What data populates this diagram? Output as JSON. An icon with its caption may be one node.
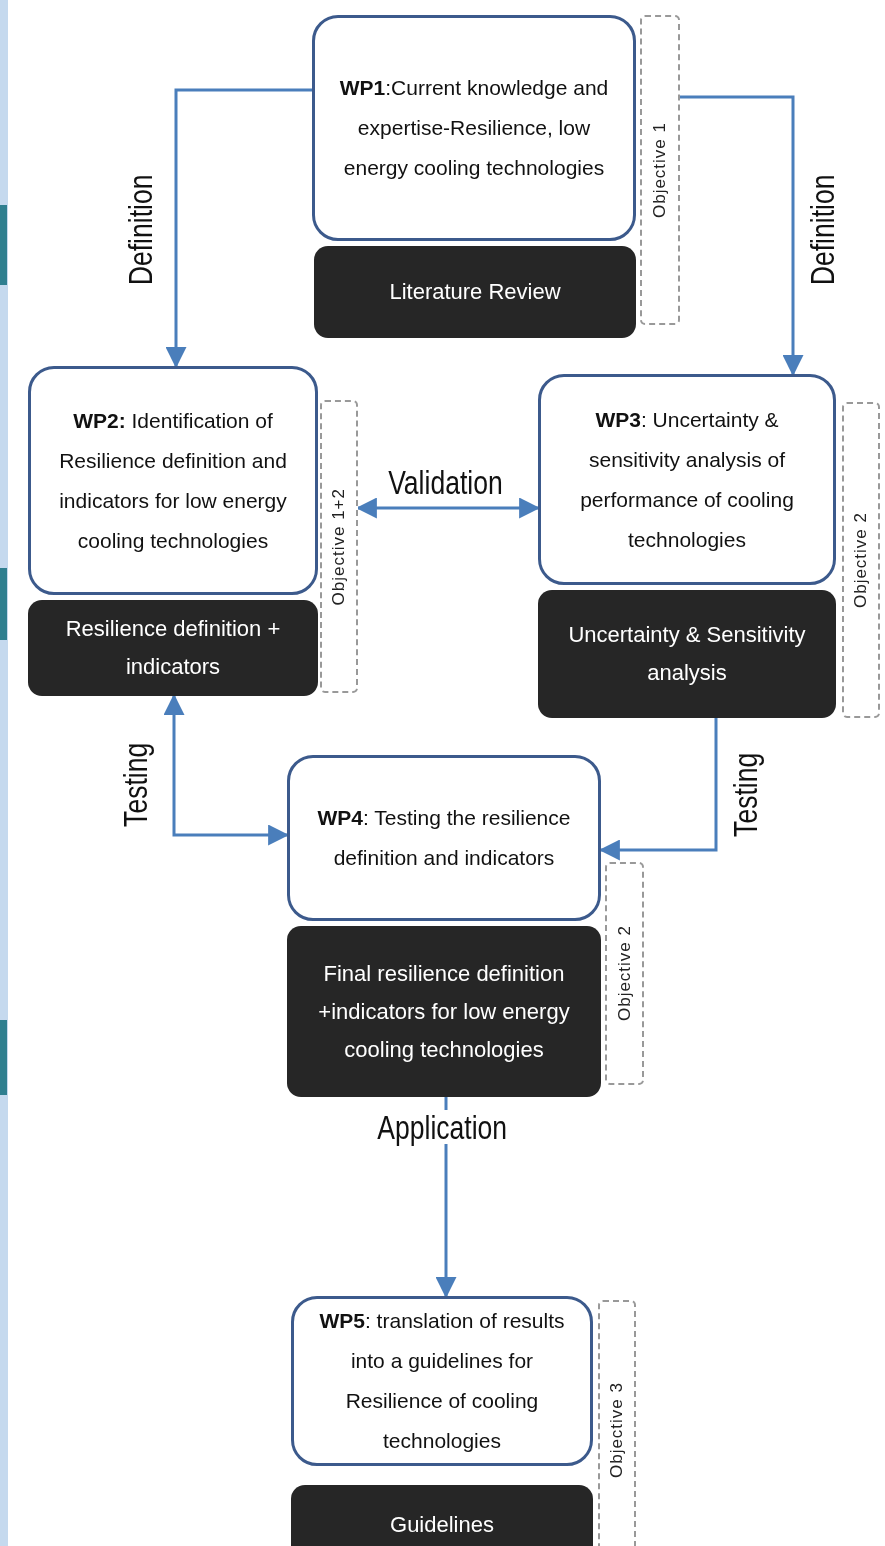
{
  "diagram": {
    "nodes": [
      {
        "text": [
          "**WP1**:Current knowledge and expertise-Resilience, low energy cooling technologies"
        ]
      },
      {
        "text": [
          "Literature Review"
        ]
      },
      {
        "text": [
          "Objective 1"
        ]
      },
      {
        "text": [
          "**WP2:** Identification of Resilience definition and indicators for low energy cooling technologies"
        ]
      },
      {
        "text": [
          "Resilience definition + indicators"
        ]
      },
      {
        "text": [
          "Objective 1+2"
        ]
      },
      {
        "text": [
          "**WP3**: Uncertainty & sensitivity analysis of performance of cooling technologies"
        ]
      },
      {
        "text": [
          "Uncertainty & Sensitivity analysis"
        ]
      },
      {
        "text": [
          "Objective 2"
        ]
      },
      {
        "text": [
          "**WP4**: Testing the resilience definition and indicators"
        ]
      },
      {
        "text": [
          "Final resilience definition +indicators for low energy cooling technologies"
        ]
      },
      {
        "text": [
          "Objective 2"
        ]
      },
      {
        "text": [
          "**WP5**: translation of results into a guidelines for Resilience of cooling technologies"
        ]
      },
      {
        "text": [
          "Guidelines"
        ]
      },
      {
        "text": [
          "Objective 3"
        ]
      }
    ],
    "edges": [
      {
        "from": 0,
        "to": 3,
        "arrow": "to",
        "label": "Definition"
      },
      {
        "from": 2,
        "to": 6,
        "arrow": "to",
        "label": "Definition"
      },
      {
        "from": 5,
        "to": 6,
        "arrow": "both",
        "label": "Validation"
      },
      {
        "from": 4,
        "to": 9,
        "arrow": "both",
        "label": "Testing"
      },
      {
        "from": 7,
        "to": 9,
        "arrow": "to",
        "label": "Testing"
      },
      {
        "from": 10,
        "to": 12,
        "arrow": "to",
        "label": "Application"
      }
    ]
  }
}
